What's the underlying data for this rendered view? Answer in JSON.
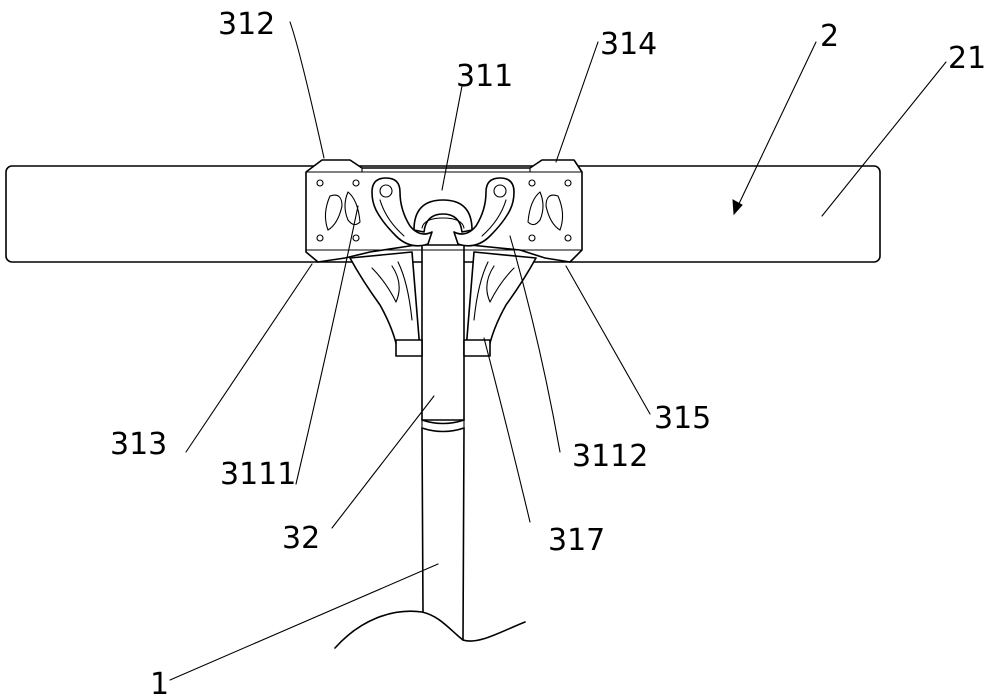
{
  "labels": {
    "l312": "312",
    "l311": "311",
    "l314": "314",
    "l2": "2",
    "l21": "21",
    "l313": "313",
    "l3111": "3111",
    "l32": "32",
    "l317": "317",
    "l3112": "3112",
    "l315": "315",
    "l1": "1"
  }
}
